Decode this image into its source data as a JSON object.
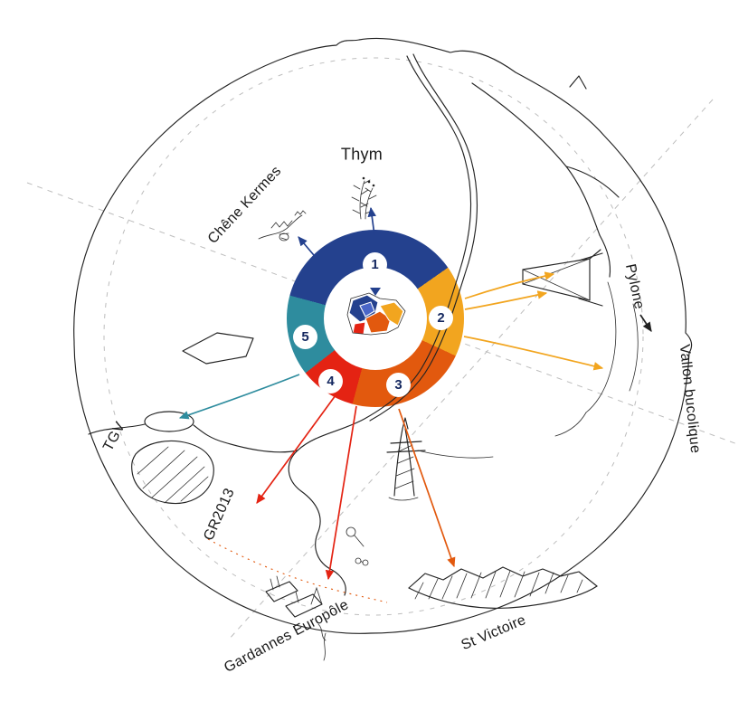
{
  "colors": {
    "blue": "#24418E",
    "blue_light": "#4A66C8",
    "yellow": "#F2A51F",
    "orange": "#E2590E",
    "red": "#E42313",
    "teal": "#2E8C9E",
    "sketch": "#232323",
    "dashed_guides": "#BDBDBD"
  },
  "donut": {
    "type": "donut",
    "segments": [
      {
        "label": "1",
        "color_key": "blue",
        "start": -75,
        "end": 55,
        "targets": [
          "Thym",
          "Chêne Kermes"
        ]
      },
      {
        "label": "2",
        "color_key": "yellow",
        "start": 55,
        "end": 115,
        "targets": [
          "Pylone",
          "Vallon bucolique"
        ]
      },
      {
        "label": "3",
        "color_key": "orange",
        "start": 115,
        "end": 195,
        "targets": [
          "St Victoire"
        ]
      },
      {
        "label": "4",
        "color_key": "red",
        "start": 195,
        "end": 232,
        "targets": [
          "GR2013",
          "Gardannes Europôle"
        ]
      },
      {
        "label": "5",
        "color_key": "teal",
        "start": 232,
        "end": 285,
        "targets": [
          "TGV"
        ]
      }
    ]
  },
  "labels": {
    "thym": "Thym",
    "chene_kermes": "Chêne Kermes",
    "pylone": "Pylone",
    "vallon_bucolique": "Vallon bucolique",
    "tgv": "TGV",
    "gr2013": "GR2013",
    "gardannes_europole": "Gardannes Europôle",
    "st_victoire": "St Victoire"
  }
}
